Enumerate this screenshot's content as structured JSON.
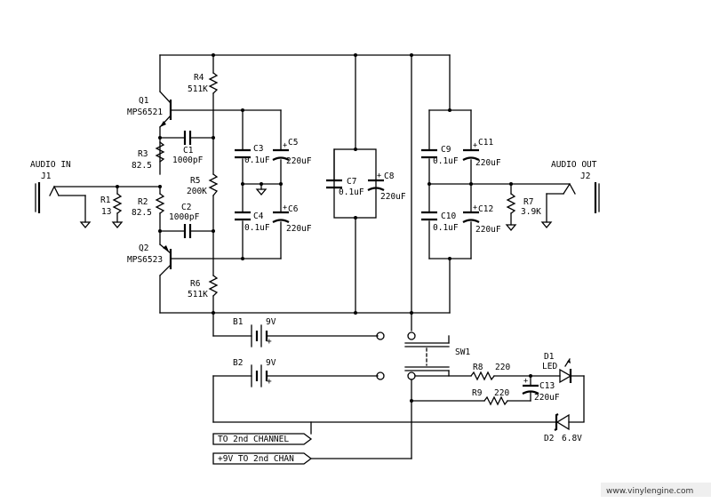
{
  "watermark": "www.vinylengine.com",
  "audio_in": {
    "title": "AUDIO IN",
    "jack": "J1"
  },
  "audio_out": {
    "title": "AUDIO OUT",
    "jack": "J2"
  },
  "q1": {
    "ref": "Q1",
    "part": "MPS6521"
  },
  "q2": {
    "ref": "Q2",
    "part": "MPS6523"
  },
  "r1": {
    "ref": "R1",
    "value": "13"
  },
  "r2": {
    "ref": "R2",
    "value": "82.5"
  },
  "r3": {
    "ref": "R3",
    "value": "82.5"
  },
  "r4": {
    "ref": "R4",
    "value": "511K"
  },
  "r5": {
    "ref": "R5",
    "value": "200K"
  },
  "r6": {
    "ref": "R6",
    "value": "511K"
  },
  "r7": {
    "ref": "R7",
    "value": "3.9K"
  },
  "r8": {
    "ref": "R8",
    "value": "220"
  },
  "r9": {
    "ref": "R9",
    "value": "220"
  },
  "c1": {
    "ref": "C1",
    "value": "1000pF"
  },
  "c2": {
    "ref": "C2",
    "value": "1000pF"
  },
  "c3": {
    "ref": "C3",
    "value": "0.1uF"
  },
  "c4": {
    "ref": "C4",
    "value": "0.1uF"
  },
  "c5": {
    "ref": "C5",
    "value": "220uF"
  },
  "c6": {
    "ref": "C6",
    "value": "220uF"
  },
  "c7": {
    "ref": "C7",
    "value": "0.1uF"
  },
  "c8": {
    "ref": "C8",
    "value": "220uF"
  },
  "c9": {
    "ref": "C9",
    "value": "0.1uF"
  },
  "c10": {
    "ref": "C10",
    "value": "0.1uF"
  },
  "c11": {
    "ref": "C11",
    "value": "220uF"
  },
  "c12": {
    "ref": "C12",
    "value": "220uF"
  },
  "c13": {
    "ref": "C13",
    "value": "220uF"
  },
  "b1": {
    "ref": "B1",
    "value": "9V"
  },
  "b2": {
    "ref": "B2",
    "value": "9V"
  },
  "sw1": {
    "ref": "SW1"
  },
  "d1": {
    "ref": "D1",
    "type": "LED"
  },
  "d2": {
    "ref": "D2",
    "value": "6.8V"
  },
  "connectors": {
    "to_2nd_channel": "TO 2nd CHANNEL",
    "plus9v_to_2nd_chan": "+9V TO 2nd CHAN"
  },
  "symbols": {
    "plus": "+"
  }
}
